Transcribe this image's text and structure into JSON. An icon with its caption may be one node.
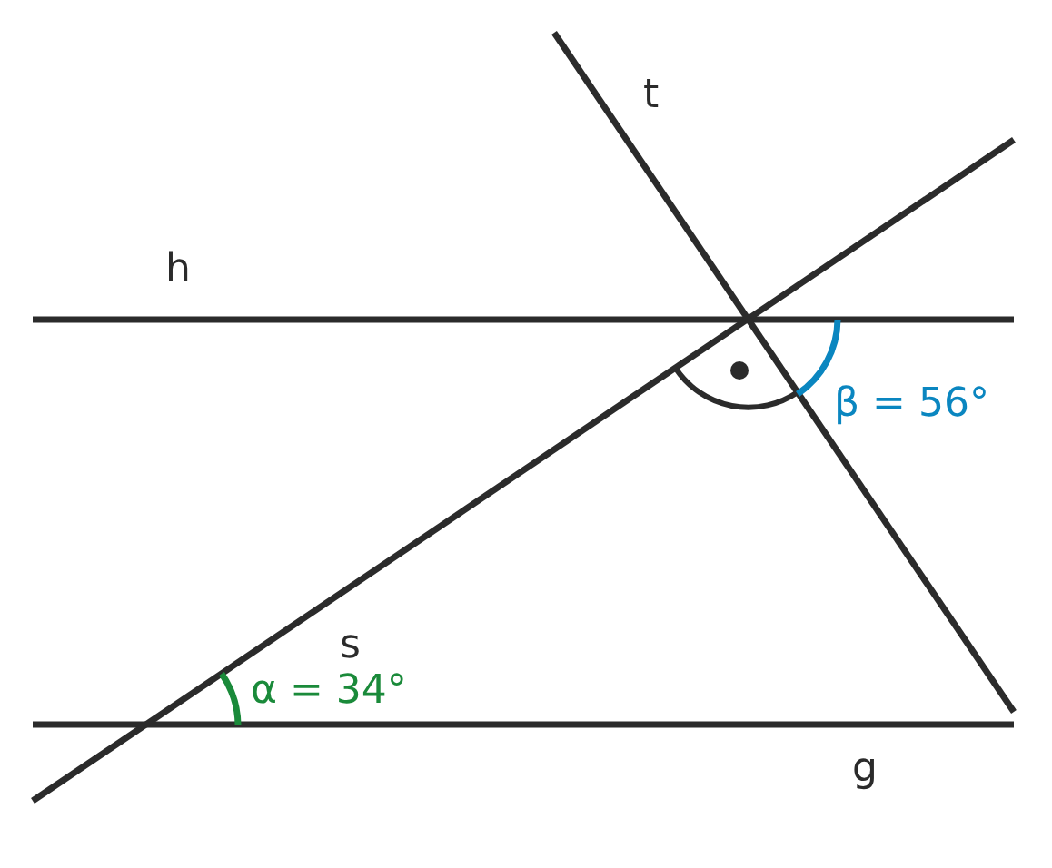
{
  "diagram": {
    "labels": [
      "t",
      "h",
      "β = 56°",
      "s",
      "α = 34°",
      "g"
    ]
  }
}
